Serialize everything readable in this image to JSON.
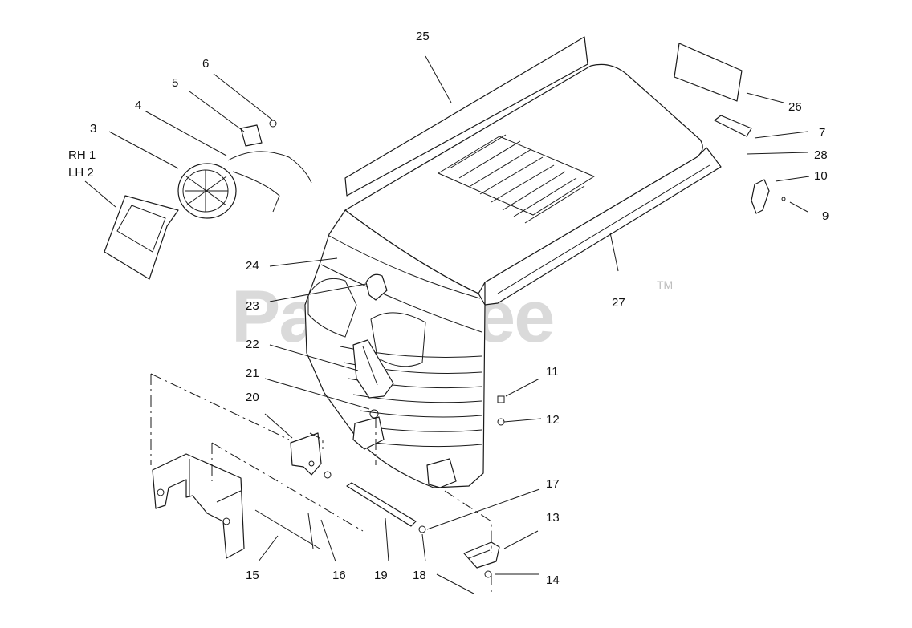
{
  "watermark": {
    "text": "PartsTree",
    "trademark": "TM"
  },
  "callouts": {
    "c1": "RH 1",
    "c2": "LH 2",
    "c3": "3",
    "c4": "4",
    "c5": "5",
    "c6": "6",
    "c7": "7",
    "c9": "9",
    "c10": "10",
    "c11": "11",
    "c12": "12",
    "c13": "13",
    "c14": "14",
    "c15": "15",
    "c16": "16",
    "c17": "17",
    "c18": "18",
    "c19": "19",
    "c20": "20",
    "c21": "21",
    "c22": "22",
    "c23": "23",
    "c24": "24",
    "c25": "25",
    "c26": "26",
    "c27": "27",
    "c28": "28"
  }
}
